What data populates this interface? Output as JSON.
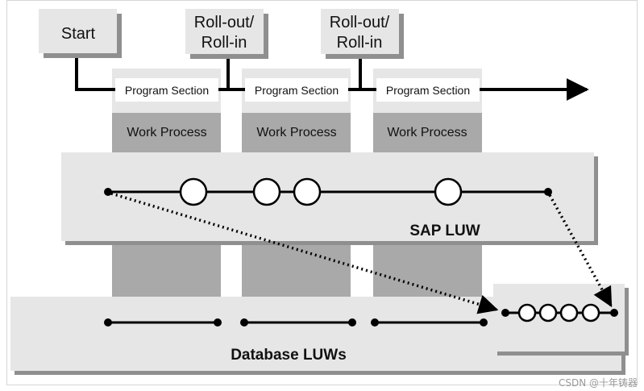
{
  "top_boxes": [
    {
      "id": "start",
      "lines": [
        "Start"
      ]
    },
    {
      "id": "rollout1",
      "lines": [
        "Roll-out/",
        "Roll-in"
      ]
    },
    {
      "id": "rollout2",
      "lines": [
        "Roll-out/",
        "Roll-in"
      ]
    }
  ],
  "program_section_label": "Program Section",
  "work_process_label": "Work Process",
  "sap_luw_label": "SAP LUW",
  "database_luws_label": "Database LUWs",
  "watermark": "CSDN @十年铸器",
  "colors": {
    "box_fill": "#e6e6e6",
    "shadow": "#8f8f8f",
    "work_process": "#a9a9a9",
    "line": "#000000"
  }
}
